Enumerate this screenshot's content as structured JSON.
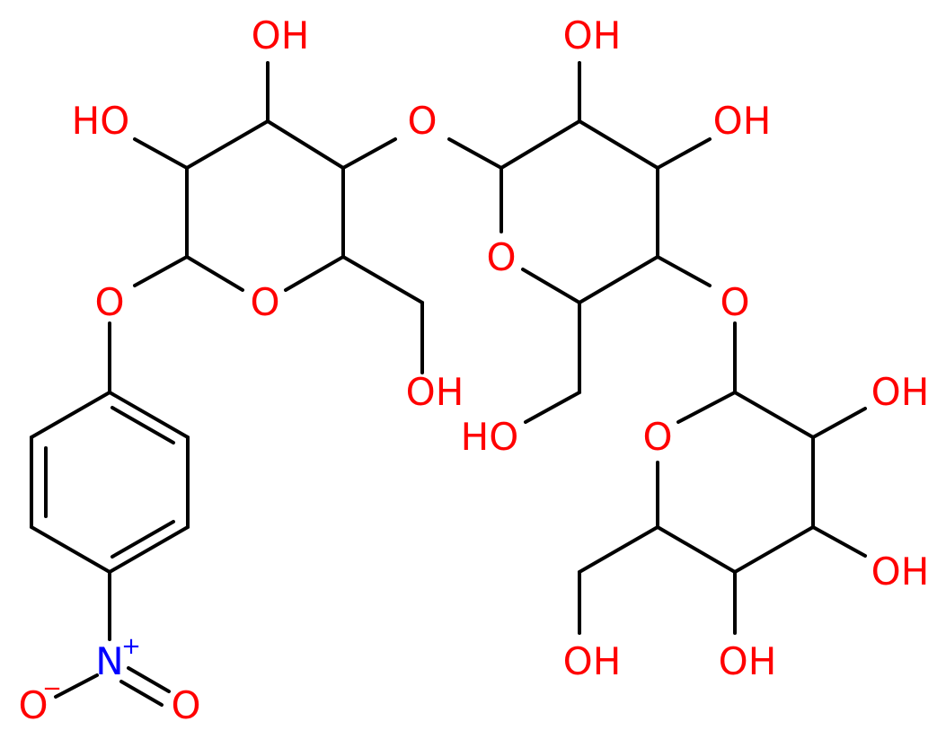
{
  "colors": {
    "bond": "#000000",
    "oxygen": "#ff0000",
    "nitrogen": "#0000ff",
    "background": "#ffffff"
  },
  "molecule": {
    "atom_labels": {
      "ho_top_left": "HO",
      "ho_top": "OH",
      "ring1_oxygen": "O",
      "glycosidic_o_phenyl": "O",
      "glycosidic_o_1_2": "O",
      "ch2oh_ring1": "OH",
      "oh_ring2_top": "OH",
      "oh_ring2_right": "OH",
      "ring2_oxygen": "O",
      "ch2oh_ring2": "HO",
      "glycosidic_o_2_3": "O",
      "ring3_oxygen": "O",
      "oh_ring3_c2": "OH",
      "oh_ring3_c3": "OH",
      "oh_ring3_c4": "OH",
      "ch2oh_ring3": "OH",
      "nitro_n": "N",
      "nitro_n_charge": "+",
      "nitro_o_minus": "O",
      "nitro_o_minus_charge": "−",
      "nitro_o_double": "O"
    }
  }
}
